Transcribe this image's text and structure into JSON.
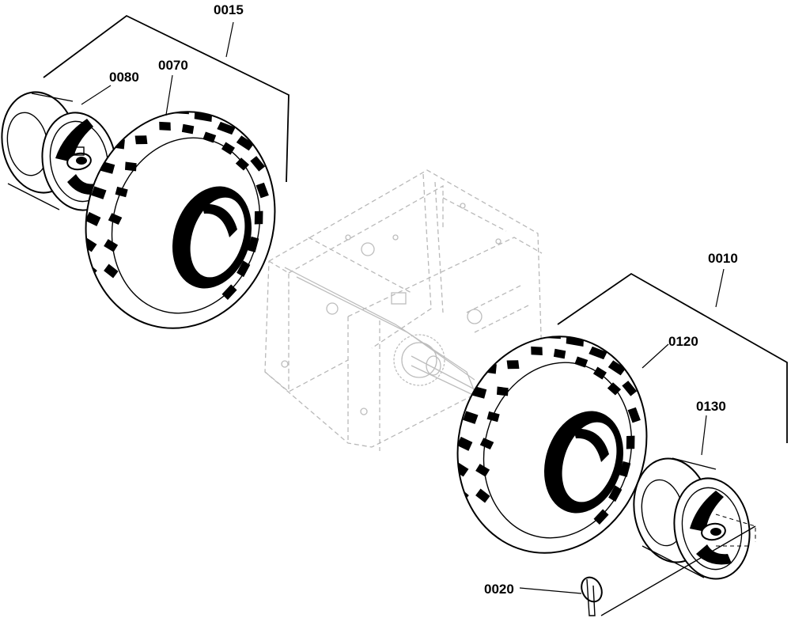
{
  "callouts": {
    "c0015": "0015",
    "c0080": "0080",
    "c0070": "0070",
    "c0010": "0010",
    "c0120": "0120",
    "c0130": "0130",
    "c0020": "0020"
  },
  "colors": {
    "ink": "#000000",
    "ghost_frame": "#b9b9b9",
    "background": "#ffffff"
  }
}
